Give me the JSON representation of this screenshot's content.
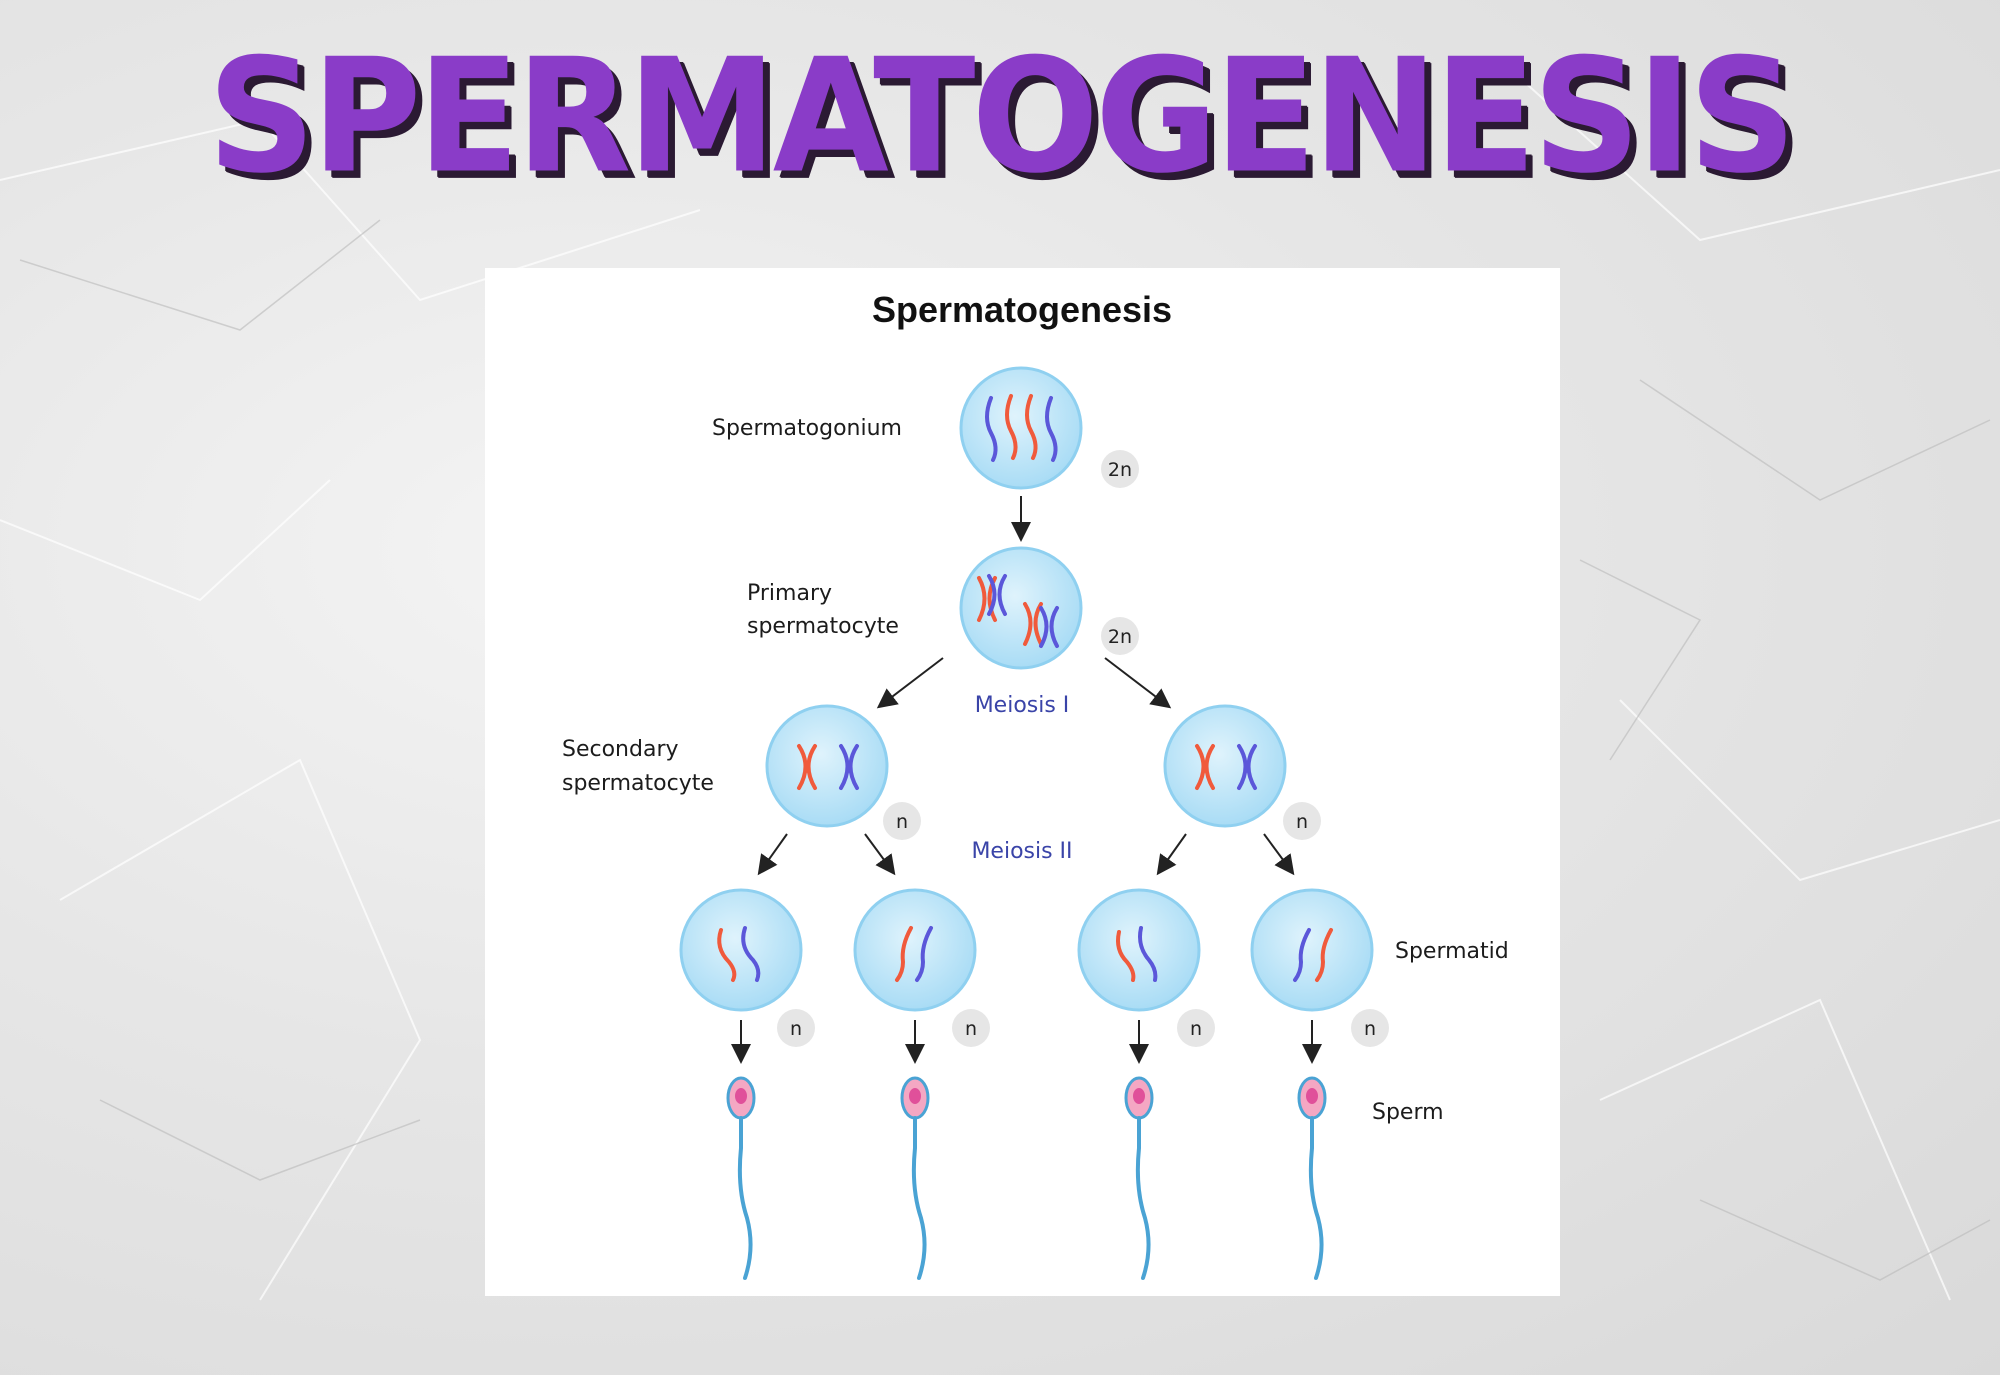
{
  "banner": {
    "title": "SPERMATOGENESIS"
  },
  "diagram": {
    "title": "Spermatogenesis",
    "stages": {
      "spermatogonium": "Spermatogonium",
      "primary_line1": "Primary",
      "primary_line2": "spermatocyte",
      "secondary_line1": "Secondary",
      "secondary_line2": "spermatocyte",
      "spermatid": "Spermatid",
      "sperm": "Sperm"
    },
    "phases": {
      "meiosis1": "Meiosis I",
      "meiosis2": "Meiosis II"
    },
    "ploidy": {
      "diploid": "2n",
      "haploid": "n"
    },
    "colors": {
      "cell_fill": "#bfe6f8",
      "cell_edge": "#8fd0f0",
      "chrom_red": "#f05a3c",
      "chrom_blue": "#5b57d9",
      "badge": "#e6e6e6",
      "title_purple": "#8a3cc8",
      "sperm_head": "#f4a7c3",
      "sperm_tail": "#4aa3d4"
    }
  }
}
